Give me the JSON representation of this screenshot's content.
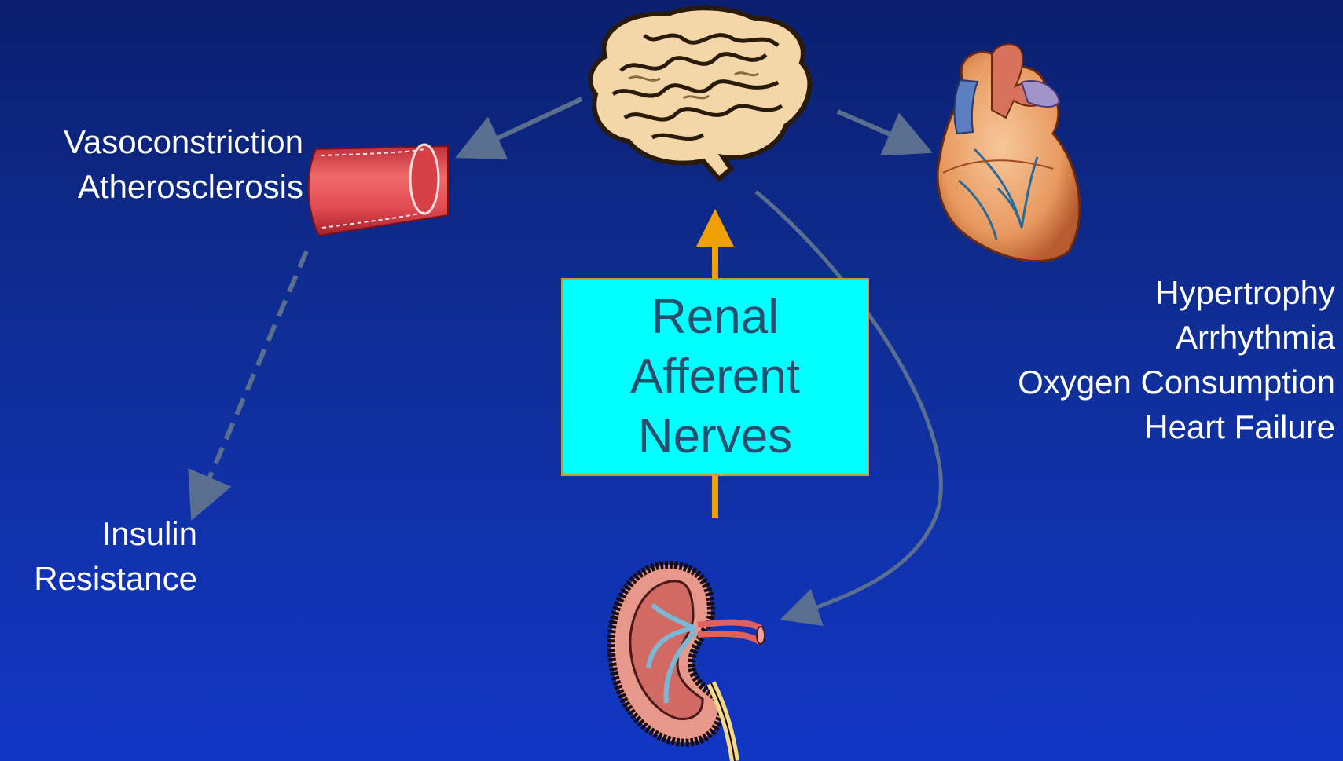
{
  "diagram": {
    "center_box": {
      "lines": [
        "Renal",
        "Afferent",
        "Nerves"
      ]
    },
    "vessel_effects": {
      "lines": [
        "Vasoconstriction",
        "Atherosclerosis"
      ]
    },
    "metabolic_effects": {
      "lines": [
        "Insulin",
        "Resistance"
      ]
    },
    "cardiac_effects": {
      "lines": [
        "Hypertrophy",
        "Arrhythmia",
        "Oxygen Consumption",
        "Heart Failure"
      ]
    },
    "icons": [
      "brain-icon",
      "blood-vessel-icon",
      "heart-icon",
      "kidney-icon"
    ],
    "colors": {
      "background_top": "#0a1f6e",
      "background_bottom": "#1136c4",
      "center_box_fill": "#00ffff",
      "center_box_text": "#2a4d6e",
      "afferent_arrow": "#f0a000",
      "efferent_arrows": "#5a6e90",
      "label_text": "#ffffff"
    }
  }
}
